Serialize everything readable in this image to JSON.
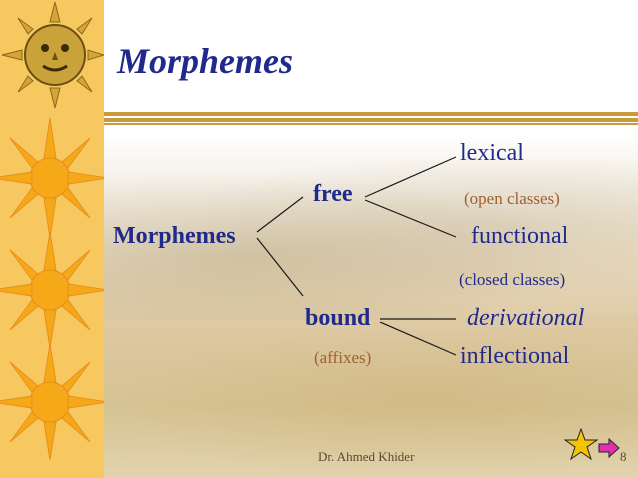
{
  "slide": {
    "title": "Morphemes",
    "root": "Morphemes",
    "free": "free",
    "bound": "bound",
    "affixes": "(affixes)",
    "lexical": "lexical",
    "open_classes": "(open classes)",
    "functional": "functional",
    "closed_classes": "(closed classes)",
    "derivational": "derivational",
    "inflectional": "inflectional"
  },
  "footer": {
    "author": "Dr. Ahmed Khider",
    "page_number": "8"
  },
  "colors": {
    "text_blue": "#1f2a8c",
    "text_brown": "#a06030",
    "sidebar": "#f7c860",
    "rule_gold": "#c89a3a"
  }
}
